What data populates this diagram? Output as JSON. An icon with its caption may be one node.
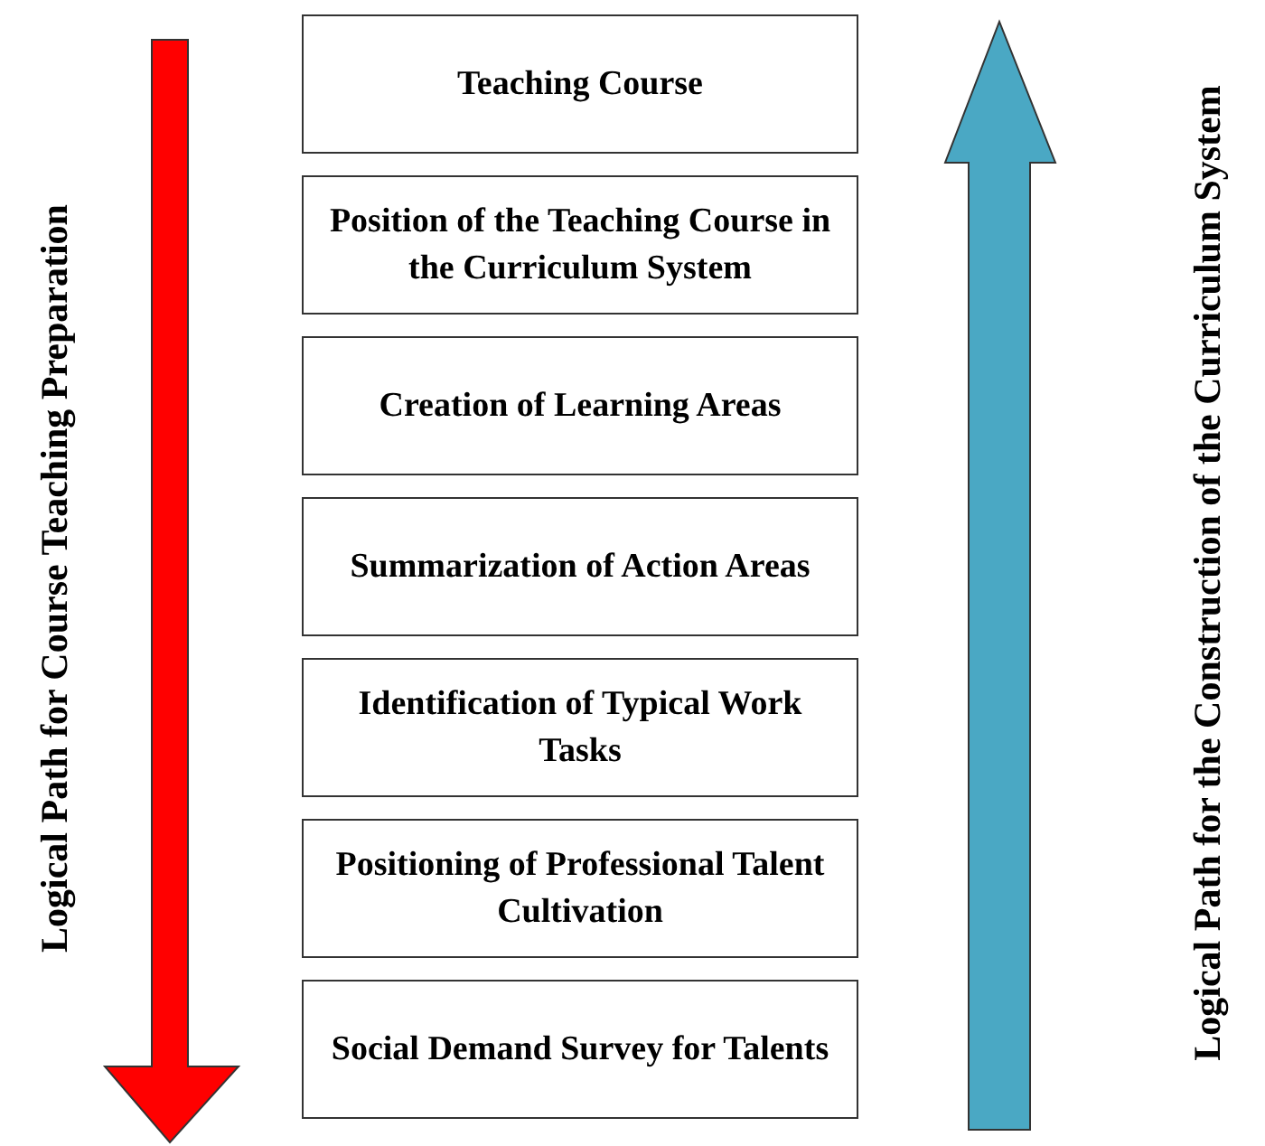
{
  "diagram": {
    "nodes": [
      {
        "text": [
          "Teaching Course"
        ]
      },
      {
        "text": [
          "Position of the Teaching Course in the Curriculum System"
        ]
      },
      {
        "text": [
          "Creation of Learning Areas"
        ]
      },
      {
        "text": [
          "Summarization of Action Areas"
        ]
      },
      {
        "text": [
          "Identification of Typical Work Tasks"
        ]
      },
      {
        "text": [
          "Positioning of Professional Talent Cultivation"
        ]
      },
      {
        "text": [
          "Social Demand Survey for Talents"
        ]
      }
    ],
    "edges": [],
    "labels": [
      "Logical Path for Course Teaching Preparation",
      "Logical Path for the Construction of the Curriculum System"
    ]
  }
}
